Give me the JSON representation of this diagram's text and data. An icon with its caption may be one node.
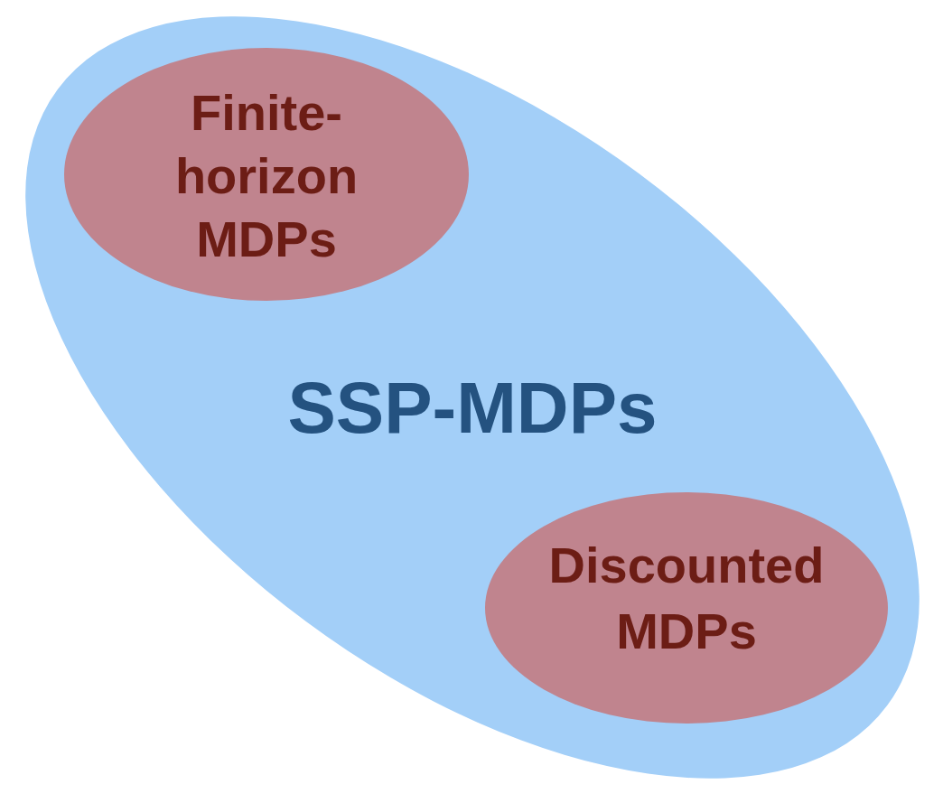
{
  "diagram": {
    "nodes": [
      {
        "text": [
          "SSP-MDPs"
        ]
      },
      {
        "text": [
          "Finite- horizon MDPs"
        ],
        "in": 0
      },
      {
        "text": [
          "Discounted MDPs"
        ],
        "in": 0
      }
    ]
  }
}
